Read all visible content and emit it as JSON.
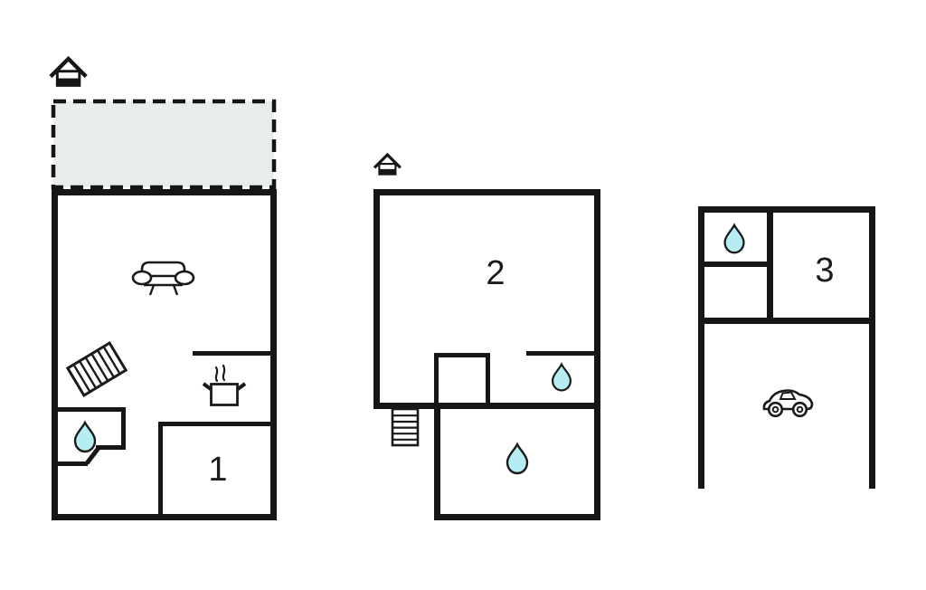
{
  "floors": [
    {
      "label": "1",
      "features": [
        "entrance",
        "terrace",
        "sofa",
        "stairs",
        "kitchen-stove",
        "bathroom-water-drop",
        "room-1"
      ]
    },
    {
      "label": "2",
      "features": [
        "entrance",
        "room-2",
        "closet",
        "shower-water-drop",
        "bathroom-water-drop",
        "exterior-stairs"
      ]
    },
    {
      "label": "3",
      "features": [
        "bathroom-water-drop",
        "room-3",
        "carport-car"
      ]
    }
  ],
  "colors": {
    "wall": "#161616",
    "label": "#1c1c1c",
    "terrace_fill": "#e8eeee",
    "drop_fill": "#b5edf2",
    "drop_stroke": "#1a1a1a",
    "icon_stroke": "#1a1a1a"
  }
}
